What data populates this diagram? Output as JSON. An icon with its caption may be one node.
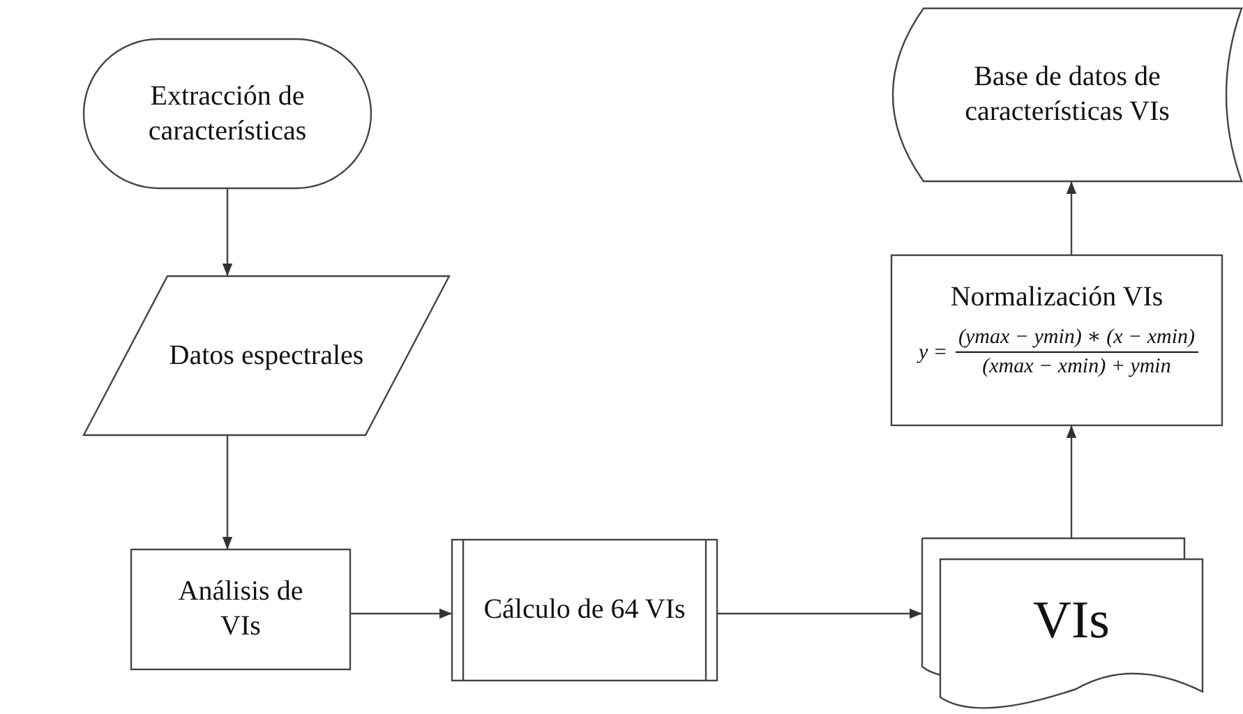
{
  "diagram": {
    "nodes": [
      {
        "text": [
          "Extracción de características"
        ]
      },
      {
        "text": [
          "Datos espectrales"
        ]
      },
      {
        "text": [
          "Análisis de VIs"
        ]
      },
      {
        "text": [
          "Cálculo de 64 VIs"
        ]
      },
      {
        "text": [
          "VIs"
        ]
      },
      {
        "text": [
          "Normalización VIs",
          "y =",
          "(ymax − ymin) ∗ (x − xmin)",
          "(xmax − xmin) + ymin"
        ]
      },
      {
        "text": [
          "Base de datos de características VIs"
        ]
      }
    ],
    "edges": [
      {
        "from": 0,
        "to": 1,
        "arrow": "to"
      },
      {
        "from": 1,
        "to": 2,
        "arrow": "to"
      },
      {
        "from": 2,
        "to": 3,
        "arrow": "to"
      },
      {
        "from": 3,
        "to": 4,
        "arrow": "to"
      },
      {
        "from": 4,
        "to": 5,
        "arrow": "to"
      },
      {
        "from": 5,
        "to": 6,
        "arrow": "to"
      }
    ]
  }
}
